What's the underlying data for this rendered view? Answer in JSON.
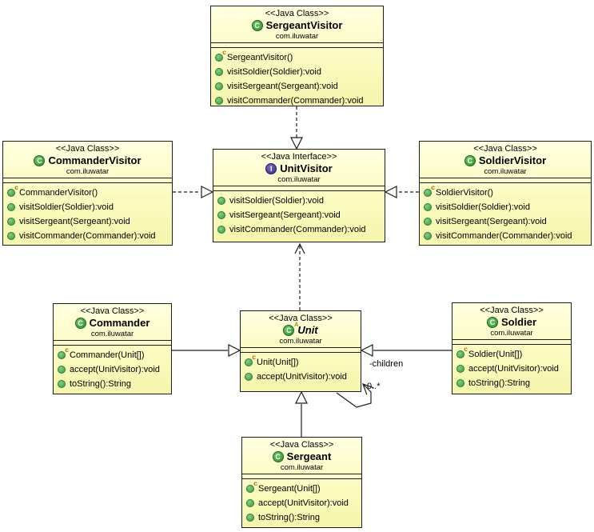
{
  "icons": {
    "class_letter": "C",
    "interface_letter": "I",
    "abstract_marker": "A",
    "constructor_marker": "c"
  },
  "colors": {
    "box_fill": "#fafabd",
    "box_border": "#1d1d1d",
    "class_icon_green": "#2f8f2f",
    "interface_icon_purple": "#3a2d86",
    "method_dot_green": "#3f9b45",
    "constructor_marker_gold": "#a66f00",
    "background": "#ffffff"
  },
  "classes": {
    "sergeantVisitor": {
      "stereotype": "<<Java Class>>",
      "name": "SergeantVisitor",
      "package": "com.iluwatar",
      "kind": "class",
      "members": [
        {
          "kind": "constructor",
          "label": "SergeantVisitor()"
        },
        {
          "kind": "method",
          "label": "visitSoldier(Soldier):void"
        },
        {
          "kind": "method",
          "label": "visitSergeant(Sergeant):void"
        },
        {
          "kind": "method",
          "label": "visitCommander(Commander):void"
        }
      ]
    },
    "commanderVisitor": {
      "stereotype": "<<Java Class>>",
      "name": "CommanderVisitor",
      "package": "com.iluwatar",
      "kind": "class",
      "members": [
        {
          "kind": "constructor",
          "label": "CommanderVisitor()"
        },
        {
          "kind": "method",
          "label": "visitSoldier(Soldier):void"
        },
        {
          "kind": "method",
          "label": "visitSergeant(Sergeant):void"
        },
        {
          "kind": "method",
          "label": "visitCommander(Commander):void"
        }
      ]
    },
    "unitVisitor": {
      "stereotype": "<<Java Interface>>",
      "name": "UnitVisitor",
      "package": "com.iluwatar",
      "kind": "interface",
      "members": [
        {
          "kind": "method",
          "label": "visitSoldier(Soldier):void"
        },
        {
          "kind": "method",
          "label": "visitSergeant(Sergeant):void"
        },
        {
          "kind": "method",
          "label": "visitCommander(Commander):void"
        }
      ]
    },
    "soldierVisitor": {
      "stereotype": "<<Java Class>>",
      "name": "SoldierVisitor",
      "package": "com.iluwatar",
      "kind": "class",
      "members": [
        {
          "kind": "constructor",
          "label": "SoldierVisitor()"
        },
        {
          "kind": "method",
          "label": "visitSoldier(Soldier):void"
        },
        {
          "kind": "method",
          "label": "visitSergeant(Sergeant):void"
        },
        {
          "kind": "method",
          "label": "visitCommander(Commander):void"
        }
      ]
    },
    "commander": {
      "stereotype": "<<Java Class>>",
      "name": "Commander",
      "package": "com.iluwatar",
      "kind": "class",
      "members": [
        {
          "kind": "constructor",
          "label": "Commander(Unit[])"
        },
        {
          "kind": "method",
          "label": "accept(UnitVisitor):void"
        },
        {
          "kind": "method",
          "label": "toString():String"
        }
      ]
    },
    "unit": {
      "stereotype": "<<Java Class>>",
      "name": "Unit",
      "package": "com.iluwatar",
      "kind": "abstract-class",
      "members": [
        {
          "kind": "constructor",
          "label": "Unit(Unit[])"
        },
        {
          "kind": "method",
          "label": "accept(UnitVisitor):void"
        }
      ]
    },
    "soldier": {
      "stereotype": "<<Java Class>>",
      "name": "Soldier",
      "package": "com.iluwatar",
      "kind": "class",
      "members": [
        {
          "kind": "constructor",
          "label": "Soldier(Unit[])"
        },
        {
          "kind": "method",
          "label": "accept(UnitVisitor):void"
        },
        {
          "kind": "method",
          "label": "toString():String"
        }
      ]
    },
    "sergeant": {
      "stereotype": "<<Java Class>>",
      "name": "Sergeant",
      "package": "com.iluwatar",
      "kind": "class",
      "members": [
        {
          "kind": "constructor",
          "label": "Sergeant(Unit[])"
        },
        {
          "kind": "method",
          "label": "accept(UnitVisitor):void"
        },
        {
          "kind": "method",
          "label": "toString():String"
        }
      ]
    }
  },
  "edges": {
    "realizations": [
      "SergeantVisitor ..|> UnitVisitor",
      "CommanderVisitor ..|> UnitVisitor",
      "SoldierVisitor ..|> UnitVisitor"
    ],
    "dependency": "Unit ..> UnitVisitor",
    "generalizations": [
      "Commander --|> Unit",
      "Soldier --|> Unit",
      "Sergeant --|> Unit"
    ],
    "self_association": {
      "role_label": "-children",
      "multiplicity": "0..*"
    }
  }
}
